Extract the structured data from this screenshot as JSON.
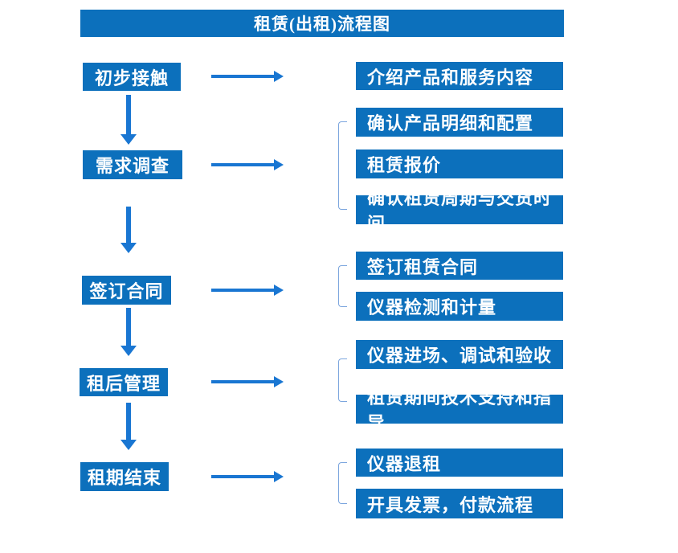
{
  "title": "租赁(出租)流程图",
  "colors": {
    "box_fill": "#0c70bc",
    "arrow": "#1976d2",
    "bracket": "#7ca6de",
    "text": "#ffffff",
    "background": "#ffffff"
  },
  "steps": [
    {
      "label": "初步接触",
      "outputs": [
        "介绍产品和服务内容"
      ]
    },
    {
      "label": "需求调查",
      "outputs": [
        "确认产品明细和配置",
        "租赁报价",
        "确认租赁周期与交货时间"
      ]
    },
    {
      "label": "签订合同",
      "outputs": [
        "签订租赁合同",
        "仪器检测和计量"
      ]
    },
    {
      "label": "租后管理",
      "outputs": [
        "仪器进场、调试和验收",
        "租赁期间技术支持和指导"
      ]
    },
    {
      "label": "租期结束",
      "outputs": [
        "仪器退租",
        "开具发票，付款流程"
      ]
    }
  ]
}
